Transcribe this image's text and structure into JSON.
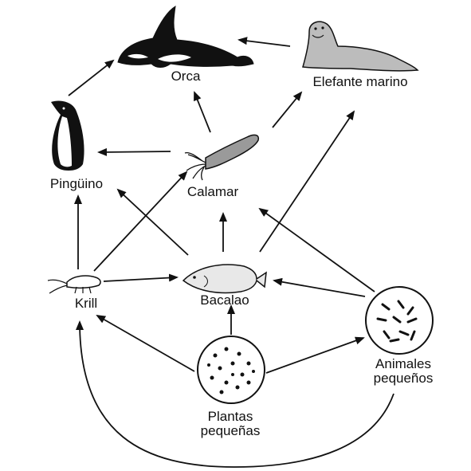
{
  "nodes": {
    "orca": "Orca",
    "elephant_seal": "Elefante marino",
    "penguin": "Pingüino",
    "squid": "Calamar",
    "krill": "Krill",
    "cod": "Bacalao",
    "small_plants_line1": "Plantas",
    "small_plants_line2": "pequeñas",
    "small_animals_line1": "Animales",
    "small_animals_line2": "pequeños"
  },
  "colors": {
    "ink": "#111111",
    "background": "#ffffff",
    "seal_fill": "#bcbcbc",
    "squid_fill": "#9a9a9a",
    "fish_fill": "#e8e8e8"
  },
  "arrows": [
    {
      "from": "penguin",
      "to": "orca"
    },
    {
      "from": "elephant_seal",
      "to": "orca"
    },
    {
      "from": "squid",
      "to": "orca"
    },
    {
      "from": "squid",
      "to": "elephant_seal"
    },
    {
      "from": "squid",
      "to": "penguin"
    },
    {
      "from": "krill",
      "to": "penguin"
    },
    {
      "from": "krill",
      "to": "squid"
    },
    {
      "from": "krill",
      "to": "cod"
    },
    {
      "from": "cod",
      "to": "penguin"
    },
    {
      "from": "cod",
      "to": "squid"
    },
    {
      "from": "cod",
      "to": "elephant_seal"
    },
    {
      "from": "small_plants",
      "to": "cod"
    },
    {
      "from": "small_plants",
      "to": "krill"
    },
    {
      "from": "small_plants",
      "to": "small_animals"
    },
    {
      "from": "small_animals",
      "to": "cod"
    },
    {
      "from": "small_animals",
      "to": "squid"
    },
    {
      "from": "small_animals",
      "to": "krill"
    }
  ]
}
